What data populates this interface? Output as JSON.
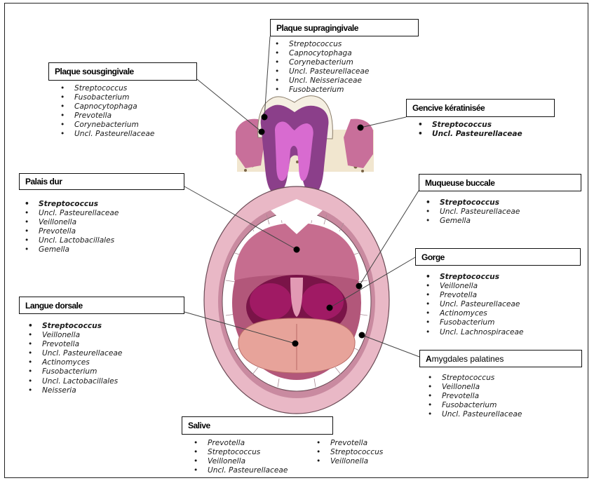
{
  "regions": {
    "plaque_supragingivale": {
      "title": "Plaque supragingivale",
      "items": [
        "Streptococcus",
        "Capnocytophaga",
        "Corynebacterium",
        "Uncl. Pasteurellaceae",
        "Uncl. Neisseriaceae",
        "Fusobacterium"
      ]
    },
    "plaque_sousgingivale": {
      "title": "Plaque sousgingivale",
      "items": [
        "Streptococcus",
        "Fusobacterium",
        "Capnocytophaga",
        "Prevotella",
        "Corynebacterium",
        "Uncl. Pasteurellaceae"
      ]
    },
    "gencive_keratinisee": {
      "title": "Gencive kératinisée",
      "items": [
        "Streptococcus",
        "Uncl. Pasteurellaceae"
      ]
    },
    "palais_dur": {
      "title": "Palais dur",
      "items": [
        "Streptococcus",
        "Uncl. Pasteurellaceae",
        "Veillonella",
        "Prevotella",
        "Uncl. Lactobacillales",
        "Gemella"
      ]
    },
    "muqueuse_buccale": {
      "title": "Muqueuse buccale",
      "items": [
        "Streptococcus",
        "Uncl. Pasteurellaceae",
        "Gemella"
      ]
    },
    "gorge": {
      "title": "Gorge",
      "items": [
        "Streptococcus",
        "Veillonella",
        "Prevotella",
        "Uncl. Pasteurellaceae",
        "Actinomyces",
        "Fusobacterium",
        "Uncl. Lachnospiraceae"
      ]
    },
    "langue_dorsale": {
      "title": "Langue dorsale",
      "items": [
        "Streptococcus",
        "Veillonella",
        "Prevotella",
        "Uncl. Pasteurellaceae",
        "Actinomyces",
        "Fusobacterium",
        "Uncl. Lactobacillales",
        "Neisseria"
      ]
    },
    "amygdales_palatines": {
      "title_first_letter": "A",
      "title_rest": "mygdales palatines",
      "items": [
        "Streptococcus",
        "Veillonella",
        "Prevotella",
        "Fusobacterium",
        "Uncl. Pasteurellaceae"
      ]
    },
    "salive": {
      "title": "Salive",
      "col1": [
        "Prevotella",
        "Streptococcus",
        "Veillonella",
        "Uncl. Pasteurellaceae"
      ],
      "col2": [
        "Prevotella",
        "Streptococcus",
        "Veillonella"
      ]
    }
  }
}
